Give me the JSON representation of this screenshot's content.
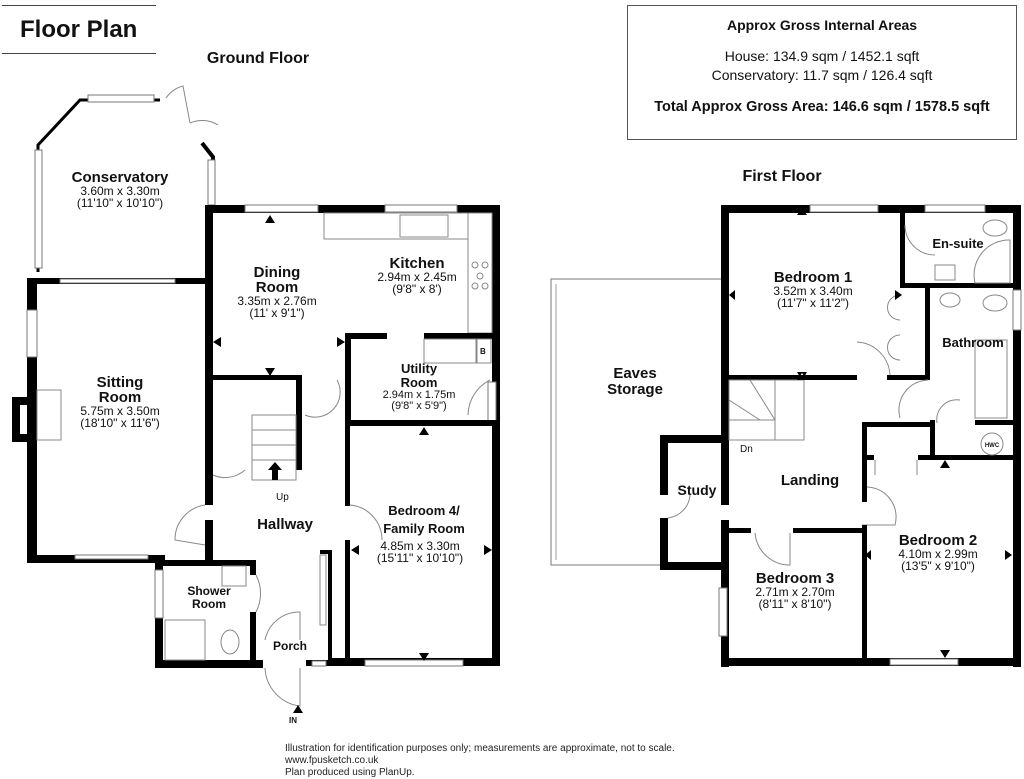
{
  "header": {
    "title": "Floor Plan"
  },
  "areas": {
    "heading": "Approx Gross Internal Areas",
    "house": "House: 134.9 sqm / 1452.1 sqft",
    "conservatory": "Conservatory: 11.7 sqm / 126.4 sqft",
    "total": "Total Approx Gross Area: 146.6 sqm / 1578.5 sqft"
  },
  "ground_floor": {
    "label": "Ground Floor",
    "rooms": {
      "conservatory": {
        "name": "Conservatory",
        "metric": "3.60m x 3.30m",
        "imperial": "(11'10\" x 10'10\")"
      },
      "dining": {
        "name1": "Dining",
        "name2": "Room",
        "metric": "3.35m x 2.76m",
        "imperial": "(11' x 9'1\")"
      },
      "kitchen": {
        "name": "Kitchen",
        "metric": "2.94m x 2.45m",
        "imperial": "(9'8\" x 8')"
      },
      "sitting": {
        "name1": "Sitting",
        "name2": "Room",
        "metric": "5.75m x 3.50m",
        "imperial": "(18'10\" x 11'6\")"
      },
      "utility": {
        "name1": "Utility",
        "name2": "Room",
        "metric": "2.94m x 1.75m",
        "imperial": "(9'8\" x 5'9\")"
      },
      "hallway": {
        "name": "Hallway"
      },
      "bedroom4": {
        "name1": "Bedroom 4/",
        "name2": "Family Room",
        "metric": "4.85m x 3.30m",
        "imperial": "(15'11\" x 10'10\")"
      },
      "shower": {
        "name1": "Shower",
        "name2": "Room"
      },
      "porch": {
        "name": "Porch"
      }
    },
    "stairs_label": "Up",
    "entrance_label": "IN",
    "boiler_label": "B"
  },
  "first_floor": {
    "label": "First Floor",
    "rooms": {
      "bedroom1": {
        "name": "Bedroom 1",
        "metric": "3.52m x 3.40m",
        "imperial": "(11'7\" x 11'2\")"
      },
      "ensuite": {
        "name": "En-suite"
      },
      "bathroom": {
        "name": "Bathroom"
      },
      "eaves": {
        "name1": "Eaves",
        "name2": "Storage"
      },
      "study": {
        "name": "Study"
      },
      "landing": {
        "name": "Landing"
      },
      "bedroom2": {
        "name": "Bedroom 2",
        "metric": "4.10m x 2.99m",
        "imperial": "(13'5\" x 9'10\")"
      },
      "bedroom3": {
        "name": "Bedroom 3",
        "metric": "2.71m x 2.70m",
        "imperial": "(8'11\" x 8'10\")"
      }
    },
    "stairs_label": "Dn",
    "cylinder_label": "HWC"
  },
  "footer": {
    "line1": "Illustration for identification purposes only; measurements are approximate, not to scale. www.fpusketch.co.uk",
    "line2": "Plan produced using PlanUp."
  }
}
